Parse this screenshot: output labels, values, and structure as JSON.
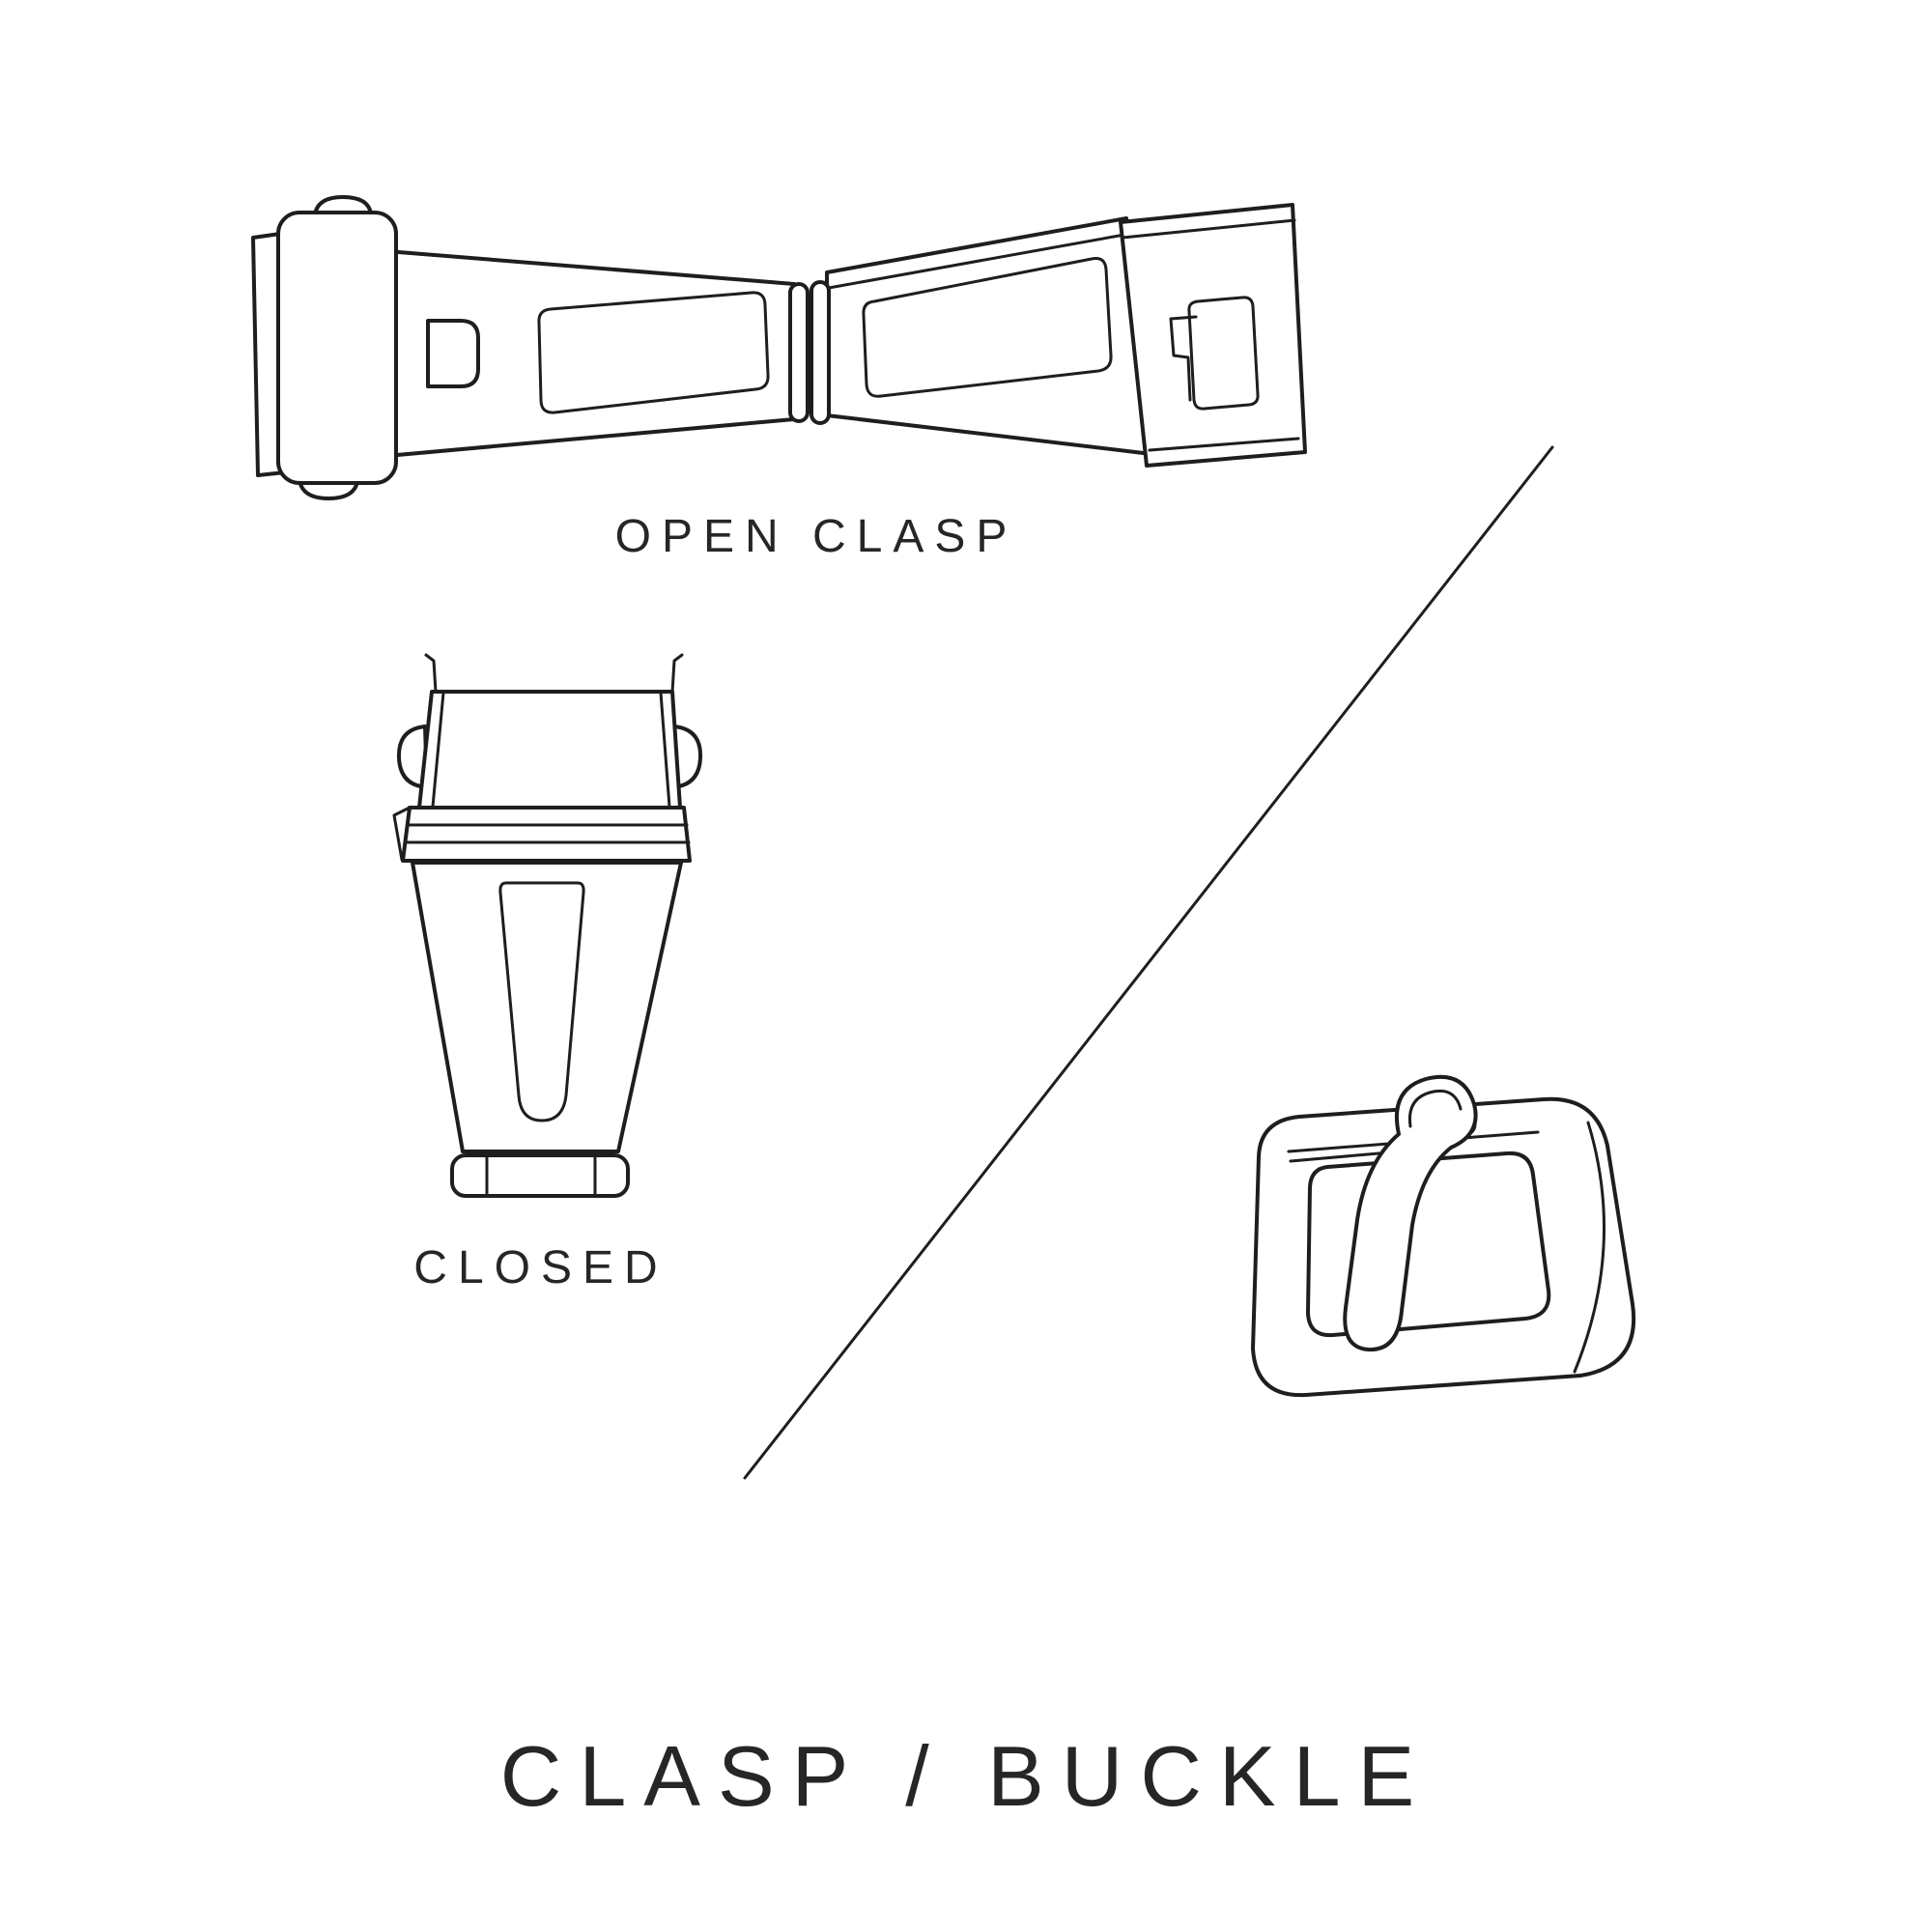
{
  "labels": {
    "open_clasp_caption": "OPEN CLASP",
    "closed_caption": "CLOSED",
    "title": "CLASP / BUCKLE"
  },
  "style": {
    "background": "#ffffff",
    "line_color": "#1e1e1e",
    "text_color": "#262626"
  }
}
